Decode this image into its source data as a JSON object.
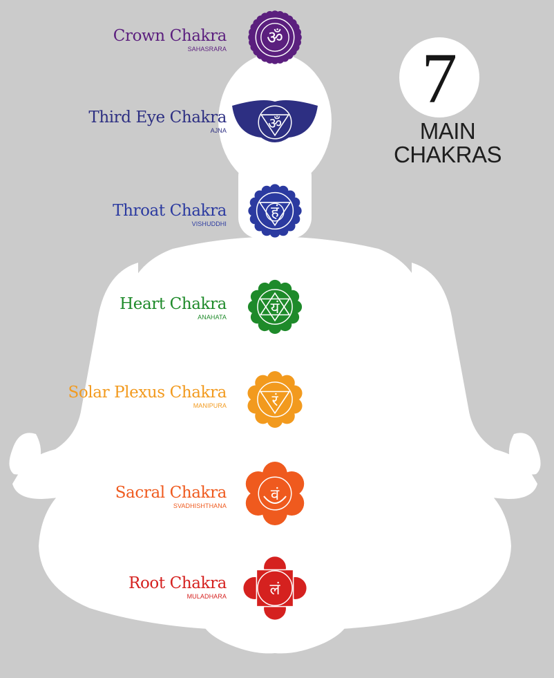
{
  "badge": {
    "number": "7",
    "line1": "MAIN",
    "line2": "CHAKRAS"
  },
  "chakras": [
    {
      "name": "Crown Chakra",
      "sanskrit": "SAHASRARA",
      "glyph": "ॐ",
      "color": "#5b1f7e",
      "shape": "crown"
    },
    {
      "name": "Third Eye Chakra",
      "sanskrit": "AJNA",
      "glyph": "ॐ",
      "color": "#2d2f82",
      "shape": "eye"
    },
    {
      "name": "Throat Chakra",
      "sanskrit": "VISHUDDHI",
      "glyph": "हं",
      "color": "#2b3aa0",
      "shape": "throat"
    },
    {
      "name": "Heart Chakra",
      "sanskrit": "ANAHATA",
      "glyph": "यं",
      "color": "#1e8a2a",
      "shape": "heart"
    },
    {
      "name": "Solar Plexus Chakra",
      "sanskrit": "MANIPURA",
      "glyph": "रं",
      "color": "#f29a1e",
      "shape": "solar"
    },
    {
      "name": "Sacral Chakra",
      "sanskrit": "SVADHISHTHANA",
      "glyph": "वं",
      "color": "#ef5a1e",
      "shape": "sacral"
    },
    {
      "name": "Root Chakra",
      "sanskrit": "MULADHARA",
      "glyph": "लं",
      "color": "#d5211f",
      "shape": "root"
    }
  ]
}
